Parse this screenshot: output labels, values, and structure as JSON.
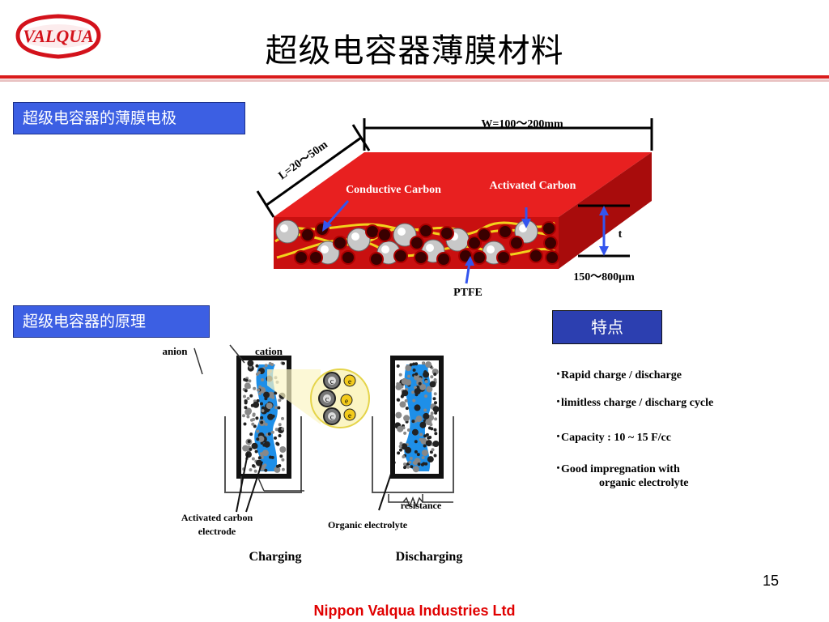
{
  "logo": {
    "text": "VALQUA"
  },
  "slide": {
    "title": "超级电容器薄膜材料",
    "page_number": "15",
    "footer": "Nippon Valqua Industries Ltd"
  },
  "section_film": {
    "label": "超级电容器的薄膜电极",
    "width_label": "W=100～200mm",
    "length_label": "L=20～50m",
    "thickness_symbol": "t",
    "thickness_label": "150～800μm",
    "conductive_carbon": "Conductive Carbon",
    "activated_carbon": "Activated Carbon",
    "ptfe": "PTFE"
  },
  "section_principle": {
    "label": "超级电容器的原理",
    "anion": "anion",
    "cation": "cation",
    "electrode_label_1": "Activated carbon",
    "electrode_label_2": "electrode",
    "electrolyte_label": "Organic electrolyte",
    "resistance_label": "resistance",
    "charging": "Charging",
    "discharging": "Discharging",
    "ion_c": "c",
    "ion_e": "e"
  },
  "features": {
    "label": "特点",
    "items": [
      "･Rapid charge / discharge",
      "･limitless charge / discharg cycle",
      "･Capacity : 10 ~ 15 F/cc",
      "･Good impregnation with",
      "organic electrolyte"
    ]
  },
  "colors": {
    "accent_red": "#d91b1b",
    "label_blue": "#3c5fe3",
    "footer_red": "#e00000"
  }
}
